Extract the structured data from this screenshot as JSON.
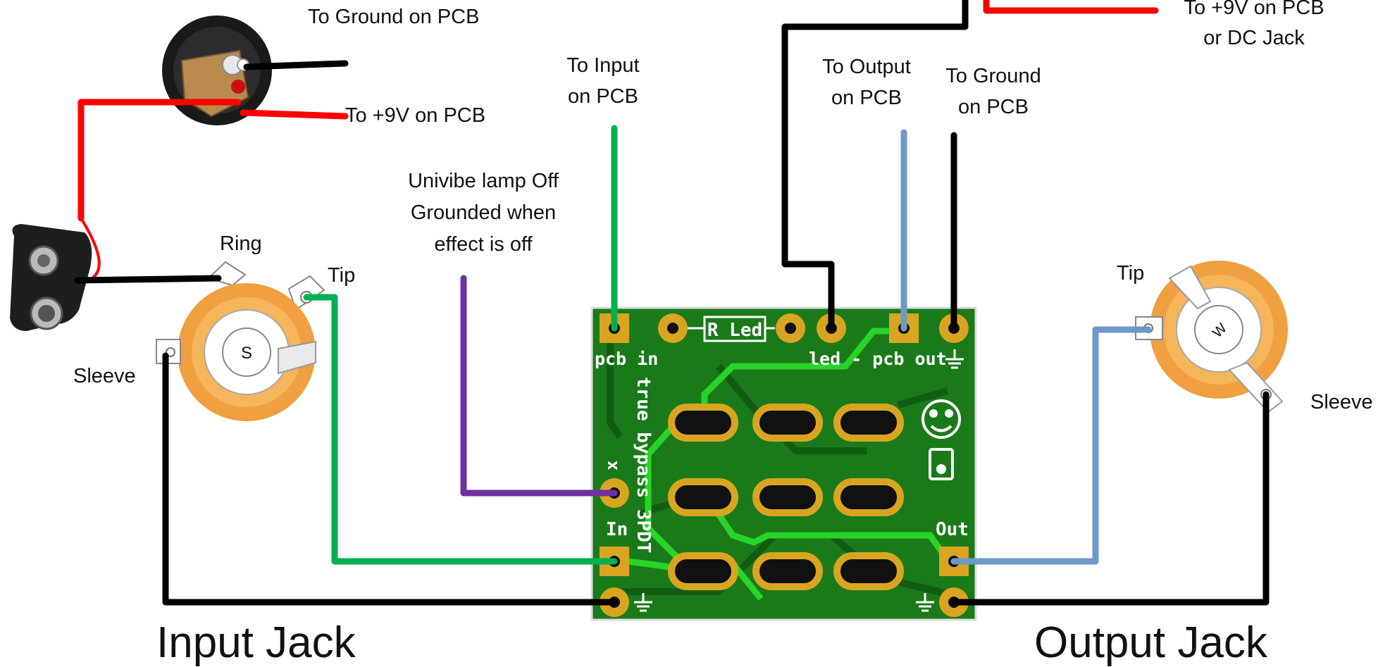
{
  "labels": {
    "dc_ground": "To Ground on PCB",
    "dc_9v": "To +9V on PCB",
    "input_pcb_line1": "To Input",
    "input_pcb_line2": "on PCB",
    "output_pcb_line1": "To Output",
    "output_pcb_line2": "on PCB",
    "ground_pcb_line1": "To Ground",
    "ground_pcb_line2": "on PCB",
    "top_9v_line1": "To +9V on PCB",
    "top_9v_line2": "or DC Jack",
    "univibe_line1": "Univibe lamp Off",
    "univibe_line2": "Grounded when",
    "univibe_line3": "effect is  off",
    "ring": "Ring",
    "tip_in": "Tip",
    "sleeve_in": "Sleeve",
    "tip_out": "Tip",
    "sleeve_out": "Sleeve",
    "input_jack": "Input Jack",
    "output_jack": "Output Jack"
  },
  "jacks": {
    "input_center": "S",
    "output_center": "W"
  },
  "pcb": {
    "pcb_in": "pcb in",
    "r_led": "R Led",
    "led_pcb_out": "led - pcb out",
    "x": "x",
    "in": "In",
    "out": "Out",
    "side_text": "true bypass 3PDT"
  },
  "colors": {
    "black_wire": "#000000",
    "red_wire": "#ff0000",
    "green_wire": "#00b050",
    "blue_wire": "#6c9ac8",
    "purple_wire": "#7030a0",
    "pcb_green": "#1a7a1a",
    "pad_gold": "#d9a521",
    "trace_green": "#28d428"
  }
}
